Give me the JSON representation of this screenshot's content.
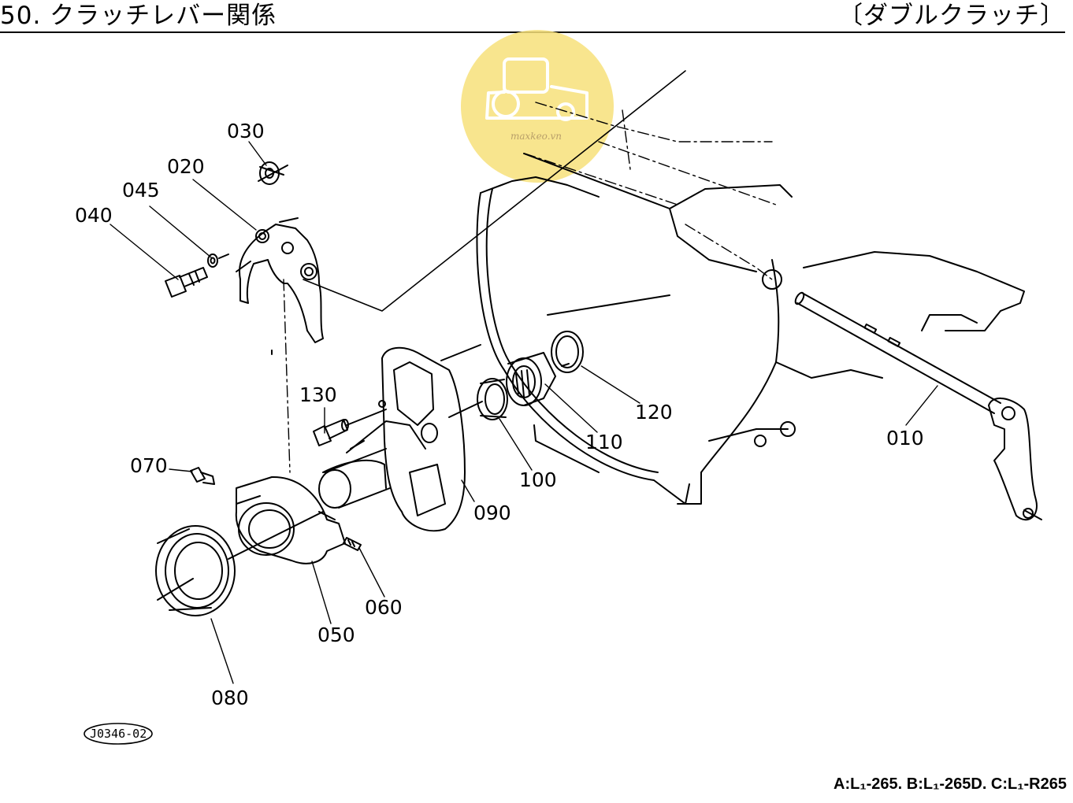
{
  "header": {
    "title": "50. クラッチレバー関係",
    "variant": "〔ダブルクラッチ〕"
  },
  "callouts": {
    "p010": "010",
    "p020": "020",
    "p030": "030",
    "p040": "040",
    "p045": "045",
    "p050": "050",
    "p060": "060",
    "p070": "070",
    "p080": "080",
    "p090": "090",
    "p100": "100",
    "p110": "110",
    "p120": "120",
    "p130": "130"
  },
  "figure_id": "J0346-02",
  "footer": {
    "models": "A:L₁-265. B:L₁-265D. C:L₁-R265"
  },
  "watermark": {
    "text": "maxkeo.vn",
    "icon": "tractor-icon",
    "color": "#f7e07a"
  }
}
